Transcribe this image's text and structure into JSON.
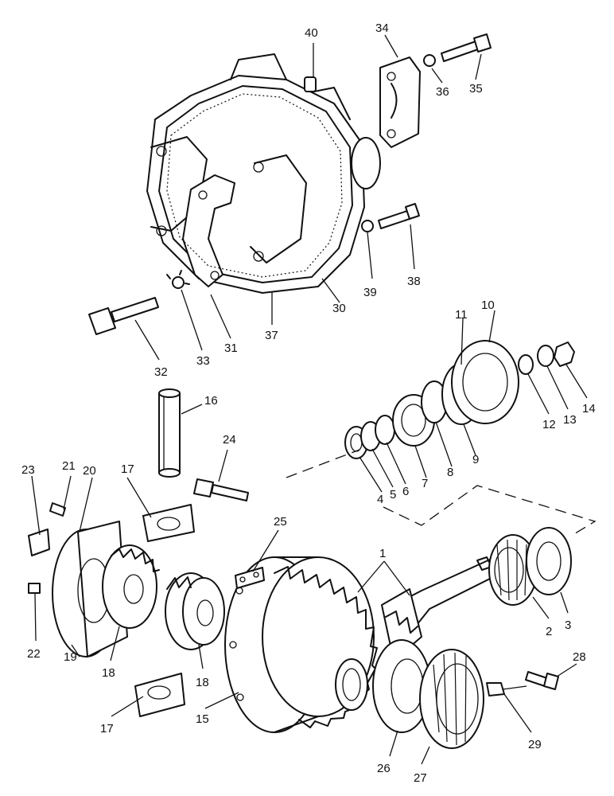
{
  "part_labels": [
    {
      "key": "p1",
      "text": "1"
    },
    {
      "key": "p2",
      "text": "2"
    },
    {
      "key": "p3",
      "text": "3"
    },
    {
      "key": "p4",
      "text": "4"
    },
    {
      "key": "p5",
      "text": "5"
    },
    {
      "key": "p6",
      "text": "6"
    },
    {
      "key": "p7",
      "text": "7"
    },
    {
      "key": "p8",
      "text": "8"
    },
    {
      "key": "p9",
      "text": "9"
    },
    {
      "key": "p10",
      "text": "10"
    },
    {
      "key": "p11",
      "text": "11"
    },
    {
      "key": "p12",
      "text": "12"
    },
    {
      "key": "p13",
      "text": "13"
    },
    {
      "key": "p14",
      "text": "14"
    },
    {
      "key": "p15",
      "text": "15"
    },
    {
      "key": "p16",
      "text": "16"
    },
    {
      "key": "p17a",
      "text": "17"
    },
    {
      "key": "p17b",
      "text": "17"
    },
    {
      "key": "p18a",
      "text": "18"
    },
    {
      "key": "p18b",
      "text": "18"
    },
    {
      "key": "p19",
      "text": "19"
    },
    {
      "key": "p20",
      "text": "20"
    },
    {
      "key": "p21",
      "text": "21"
    },
    {
      "key": "p22",
      "text": "22"
    },
    {
      "key": "p23",
      "text": "23"
    },
    {
      "key": "p24",
      "text": "24"
    },
    {
      "key": "p25",
      "text": "25"
    },
    {
      "key": "p26",
      "text": "26"
    },
    {
      "key": "p27",
      "text": "27"
    },
    {
      "key": "p28",
      "text": "28"
    },
    {
      "key": "p29",
      "text": "29"
    },
    {
      "key": "p30",
      "text": "30"
    },
    {
      "key": "p31",
      "text": "31"
    },
    {
      "key": "p32",
      "text": "32"
    },
    {
      "key": "p33",
      "text": "33"
    },
    {
      "key": "p34",
      "text": "34"
    },
    {
      "key": "p35",
      "text": "35"
    },
    {
      "key": "p36",
      "text": "36"
    },
    {
      "key": "p37",
      "text": "37"
    },
    {
      "key": "p38",
      "text": "38"
    },
    {
      "key": "p39",
      "text": "39"
    },
    {
      "key": "p40",
      "text": "40"
    }
  ],
  "colors": {
    "ink": "#111111",
    "paper": "#ffffff"
  }
}
